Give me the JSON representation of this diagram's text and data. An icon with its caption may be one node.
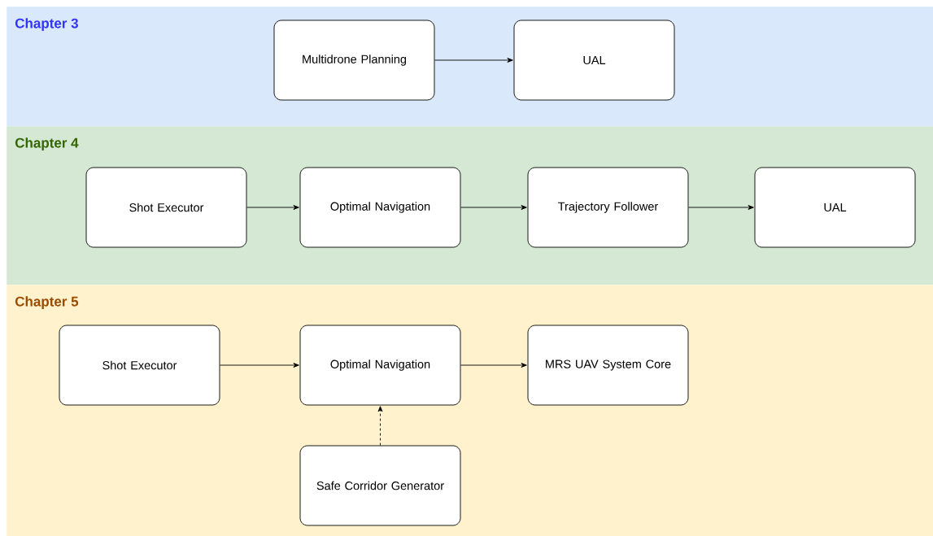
{
  "diagram": {
    "nodes": [
      {
        "text": [
          "Chapter 3"
        ]
      },
      {
        "text": [
          "Multidrone Planning"
        ],
        "in": 0
      },
      {
        "text": [
          "UAL"
        ],
        "in": 0
      },
      {
        "text": [
          "Chapter 4"
        ]
      },
      {
        "text": [
          "Shot Executor"
        ],
        "in": 3
      },
      {
        "text": [
          "Optimal Navigation"
        ],
        "in": 3
      },
      {
        "text": [
          "Trajectory Follower"
        ],
        "in": 3
      },
      {
        "text": [
          "UAL"
        ],
        "in": 3
      },
      {
        "text": [
          "Chapter 5"
        ]
      },
      {
        "text": [
          "Shot Executor"
        ],
        "in": 8
      },
      {
        "text": [
          "Optimal Navigation"
        ],
        "in": 8
      },
      {
        "text": [
          "MRS UAV System Core"
        ],
        "in": 8
      },
      {
        "text": [
          "Safe Corridor Generator"
        ],
        "in": 8
      }
    ],
    "edges": [
      {
        "from": 1,
        "to": 2,
        "arrow": "to"
      },
      {
        "from": 4,
        "to": 5,
        "arrow": "to"
      },
      {
        "from": 5,
        "to": 6,
        "arrow": "to"
      },
      {
        "from": 6,
        "to": 7,
        "arrow": "to"
      },
      {
        "from": 9,
        "to": 10,
        "arrow": "to"
      },
      {
        "from": 10,
        "to": 11,
        "arrow": "to"
      },
      {
        "from": 12,
        "to": 10,
        "arrow": "to",
        "style": "dashed"
      }
    ]
  }
}
